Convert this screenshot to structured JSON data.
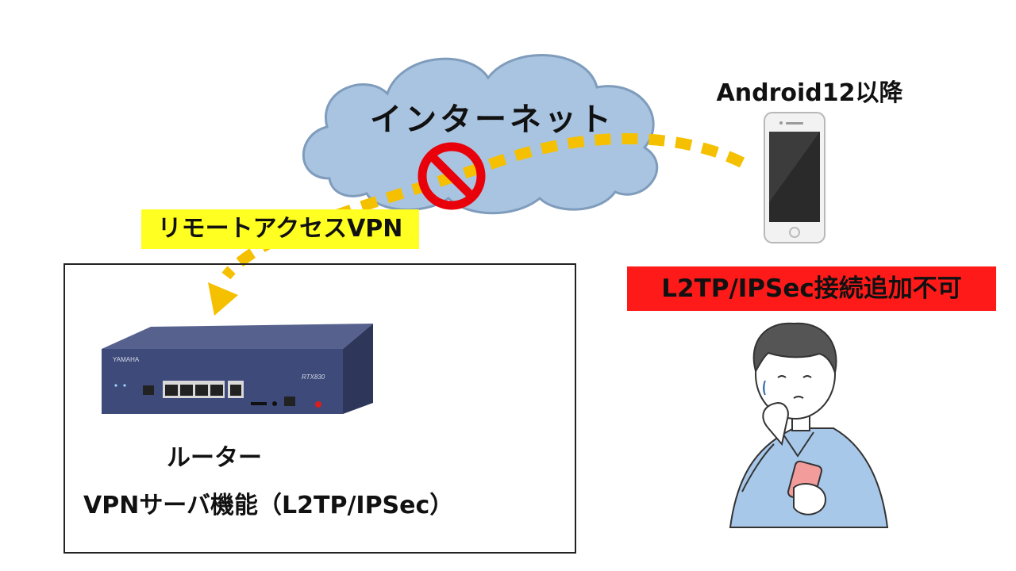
{
  "internet_label": "インターネット",
  "device_label": "Android12以降",
  "vpn_label": "リモートアクセスVPN",
  "warning_label": "L2TP/IPSec接続追加不可",
  "router": {
    "title": "ルーター",
    "description": "VPNサーバ機能（L2TP/IPSec）",
    "brand": "YAMAHA",
    "model": "RTX830"
  },
  "colors": {
    "cloud": "#a9c4e0",
    "dotted_line": "#f5c000",
    "prohibit": "#e8000a",
    "vpn_highlight": "#ffff22",
    "warning_bg": "#ff1a1a",
    "router_body": "#3e4a7a",
    "shirt": "#a8c8ea"
  },
  "icons": [
    "cloud-icon",
    "prohibited-icon",
    "smartphone-icon",
    "router-icon",
    "person-icon",
    "arrow-head-icon"
  ]
}
